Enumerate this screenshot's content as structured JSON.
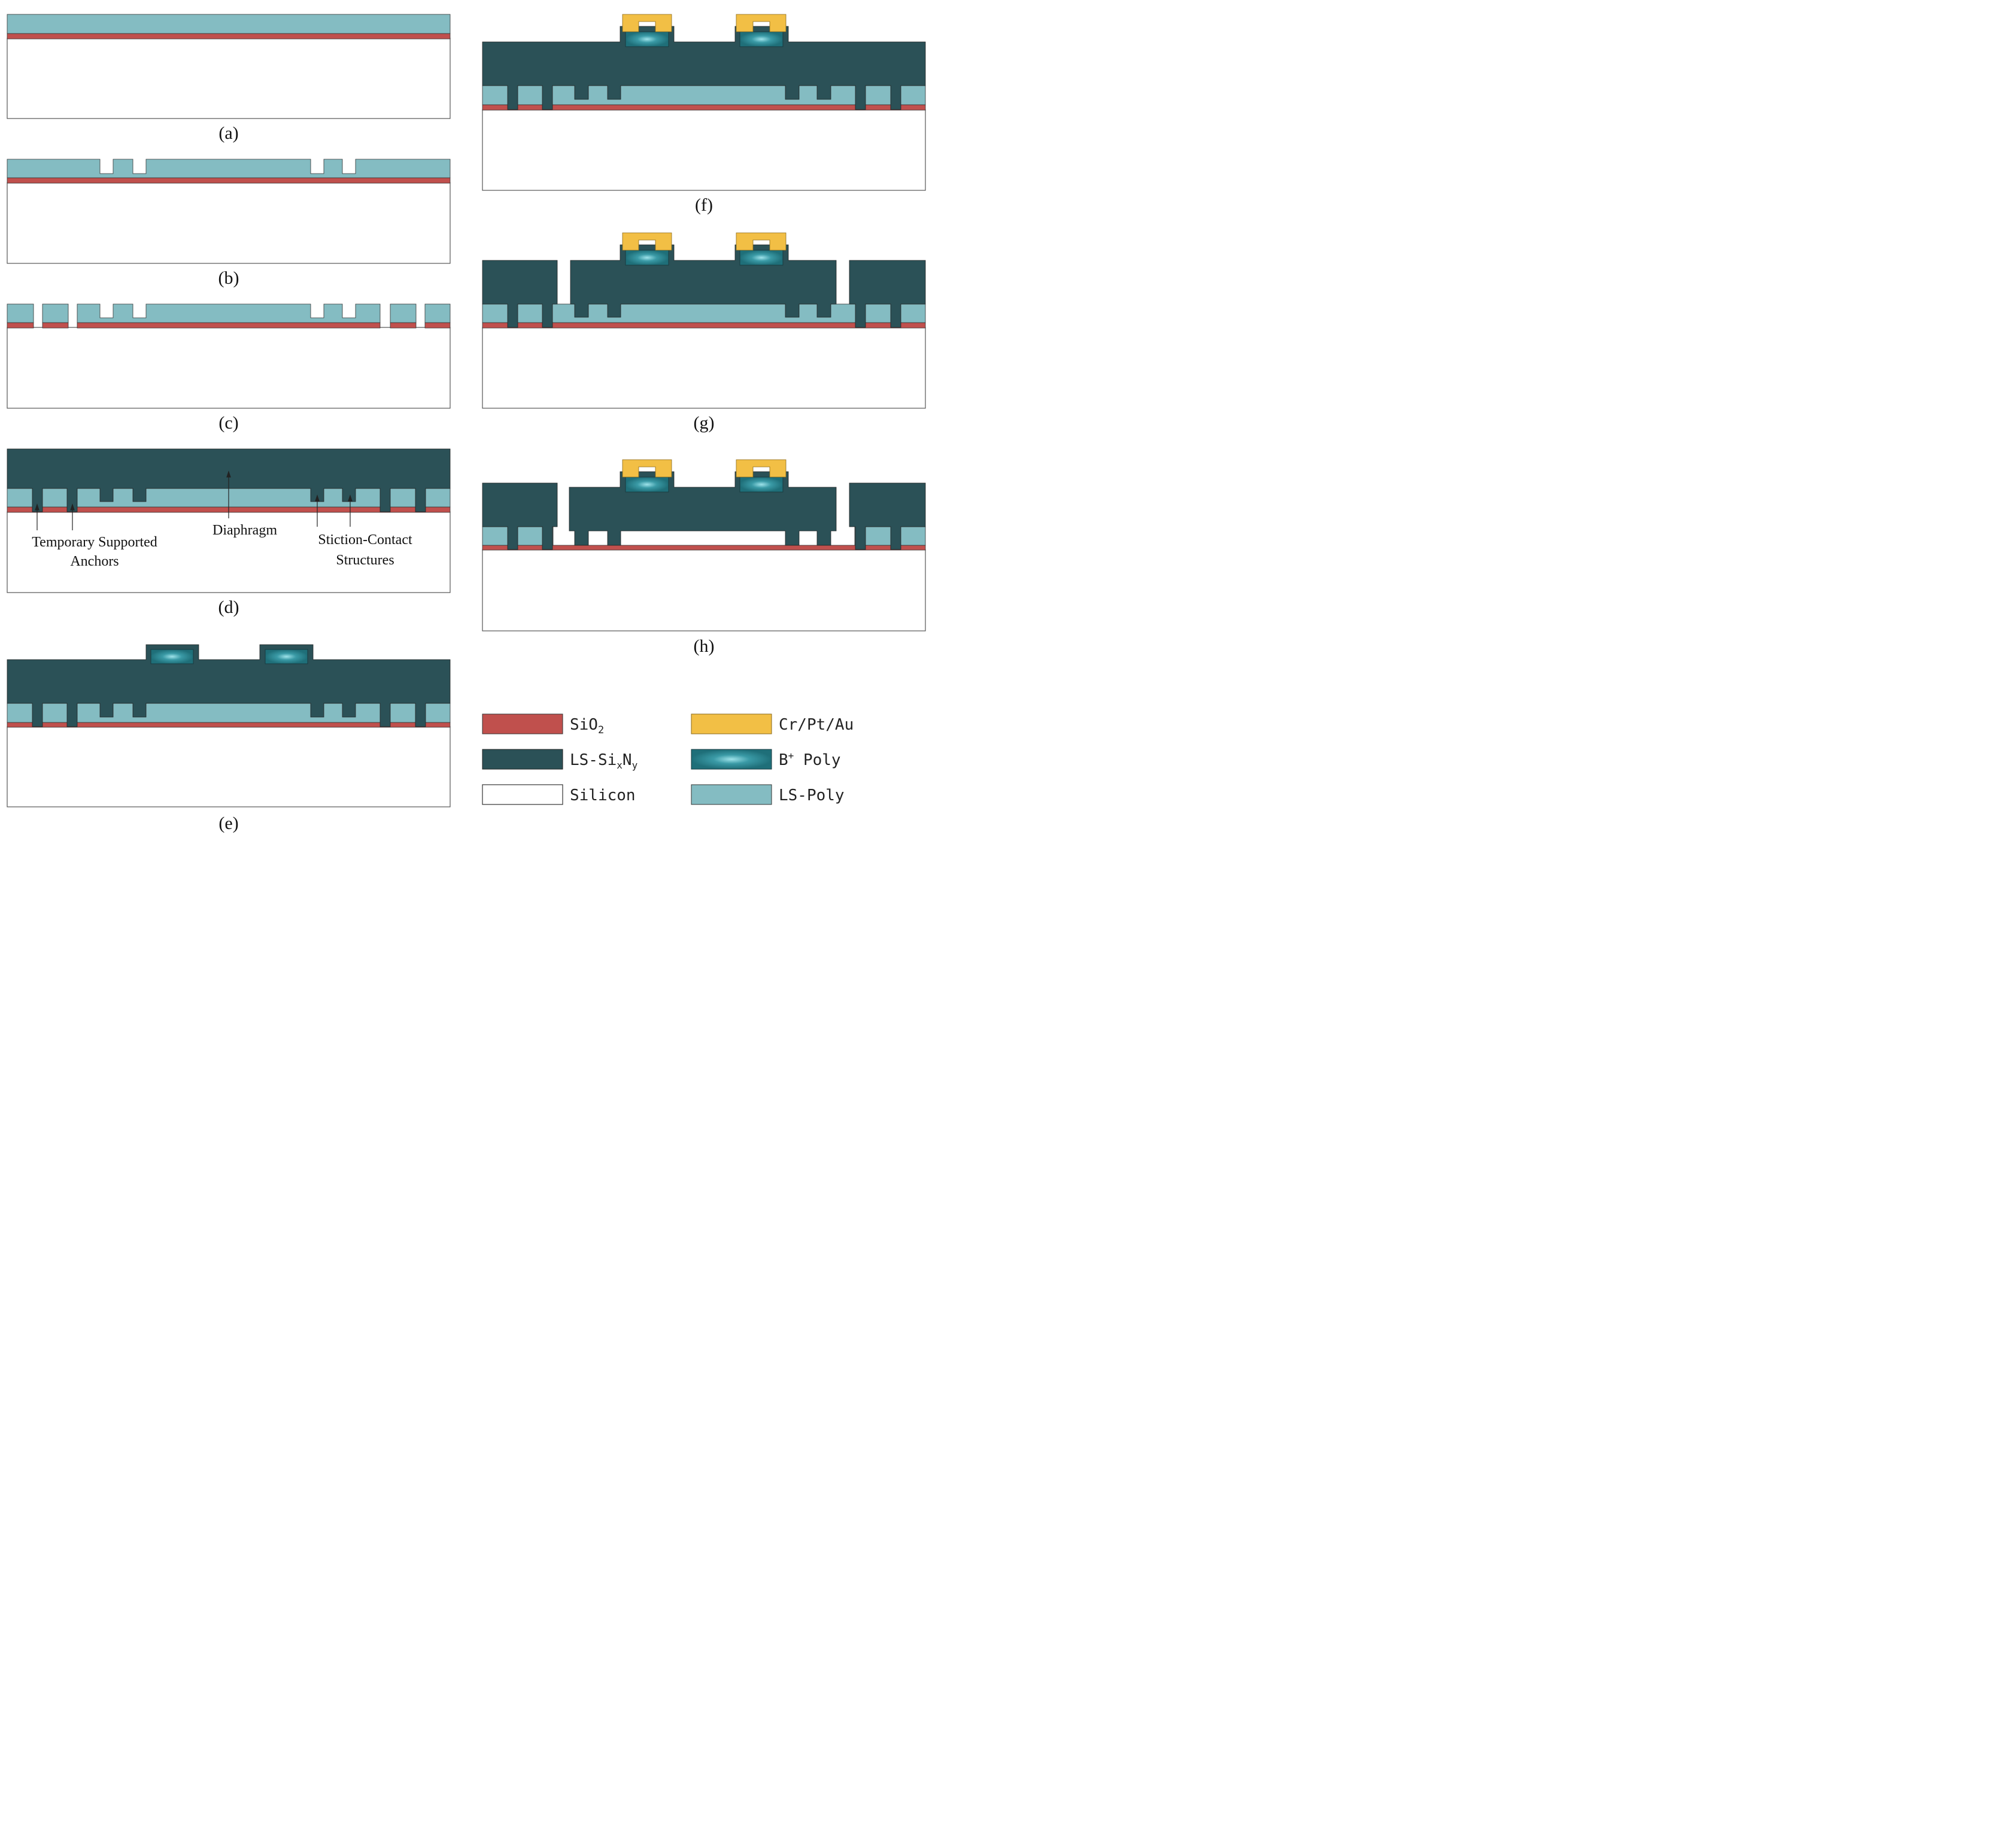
{
  "panels": {
    "a": {
      "label": "(a)"
    },
    "b": {
      "label": "(b)"
    },
    "c": {
      "label": "(c)"
    },
    "d": {
      "label": "(d)",
      "annotations": {
        "anchors_line1": "Temporary Supported",
        "anchors_line2": "Anchors",
        "diaphragm": "Diaphragm",
        "stiction_line1": "Stiction-Contact",
        "stiction_line2": "Structures"
      }
    },
    "e": {
      "label": "(e)"
    },
    "f": {
      "label": "(f)"
    },
    "g": {
      "label": "(g)"
    },
    "h": {
      "label": "(h)"
    }
  },
  "legend": {
    "sio2": {
      "label_main": "SiO",
      "label_sub": "2",
      "color": "#c0504d"
    },
    "nitride": {
      "label_main": "LS-Si",
      "label_sub1": "x",
      "label_mid": "N",
      "label_sub2": "y",
      "color": "#2b5157"
    },
    "silicon": {
      "label": "Silicon",
      "color": "#ffffff"
    },
    "metal": {
      "label": "Cr/Pt/Au",
      "color": "#f2bf45"
    },
    "bpoly": {
      "label_main": "B",
      "label_sup": "+",
      "label_rest": " Poly",
      "color": "#2e8c99"
    },
    "lspoly": {
      "label": "LS-Poly",
      "color": "#84bcc2"
    }
  }
}
